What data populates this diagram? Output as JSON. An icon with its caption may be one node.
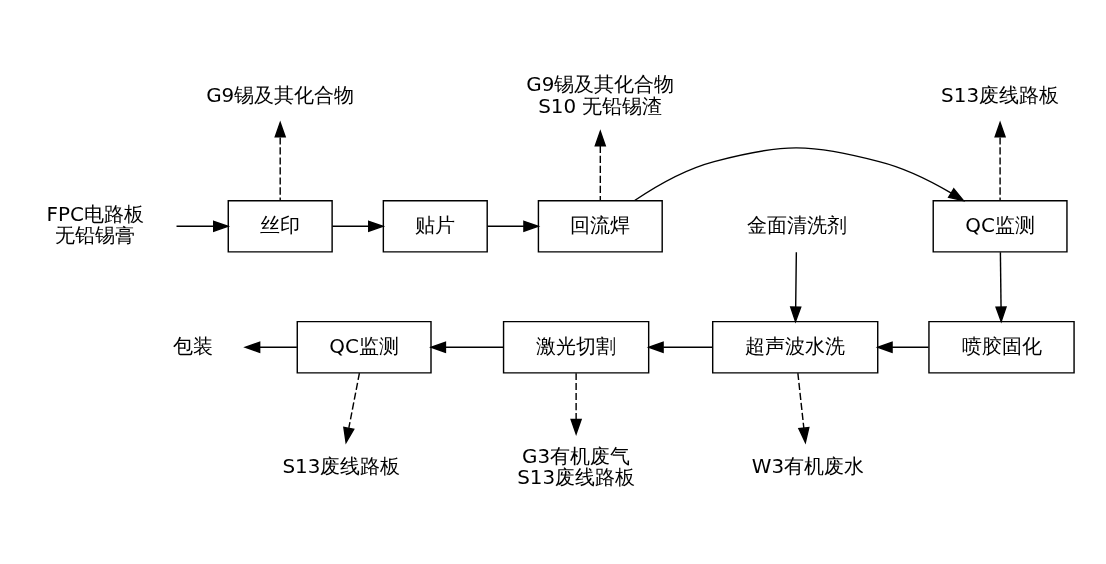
{
  "diagram": {
    "nodes": [
      {
        "text": [
          "FPC电路板",
          "无铅锡膏"
        ]
      },
      {
        "text": [
          "丝印"
        ]
      },
      {
        "text": [
          "贴片"
        ]
      },
      {
        "text": [
          "回流焊"
        ]
      },
      {
        "text": [
          "QC监测"
        ]
      },
      {
        "text": [
          "喷胶固化"
        ]
      },
      {
        "text": [
          "超声波水洗"
        ]
      },
      {
        "text": [
          "激光切割"
        ]
      },
      {
        "text": [
          "QC监测"
        ]
      },
      {
        "text": [
          "包装"
        ]
      },
      {
        "text": [
          "G9锡及其化合物"
        ]
      },
      {
        "text": [
          "G9锡及其化合物",
          "S10 无铅锡渣"
        ]
      },
      {
        "text": [
          "S13废线路板"
        ]
      },
      {
        "text": [
          "金面清洗剂"
        ]
      },
      {
        "text": [
          "W3有机废水"
        ]
      },
      {
        "text": [
          "G3有机废气",
          "S13废线路板"
        ]
      },
      {
        "text": [
          "S13废线路板"
        ]
      }
    ],
    "edges": [
      {
        "from": 0,
        "to": 1,
        "arrow": "to"
      },
      {
        "from": 1,
        "to": 2,
        "arrow": "to"
      },
      {
        "from": 2,
        "to": 3,
        "arrow": "to"
      },
      {
        "from": 3,
        "to": 4,
        "arrow": "to"
      },
      {
        "from": 4,
        "to": 5,
        "arrow": "to"
      },
      {
        "from": 5,
        "to": 6,
        "arrow": "to"
      },
      {
        "from": 6,
        "to": 7,
        "arrow": "to"
      },
      {
        "from": 7,
        "to": 8,
        "arrow": "to"
      },
      {
        "from": 8,
        "to": 9,
        "arrow": "to"
      },
      {
        "from": 1,
        "to": 10,
        "arrow": "to",
        "style": "dashed"
      },
      {
        "from": 3,
        "to": 11,
        "arrow": "to",
        "style": "dashed"
      },
      {
        "from": 4,
        "to": 12,
        "arrow": "to",
        "style": "dashed"
      },
      {
        "from": 13,
        "to": 6,
        "arrow": "to"
      },
      {
        "from": 6,
        "to": 14,
        "arrow": "to",
        "style": "dashed"
      },
      {
        "from": 7,
        "to": 15,
        "arrow": "to",
        "style": "dashed"
      },
      {
        "from": 8,
        "to": 16,
        "arrow": "to",
        "style": "dashed"
      }
    ]
  }
}
